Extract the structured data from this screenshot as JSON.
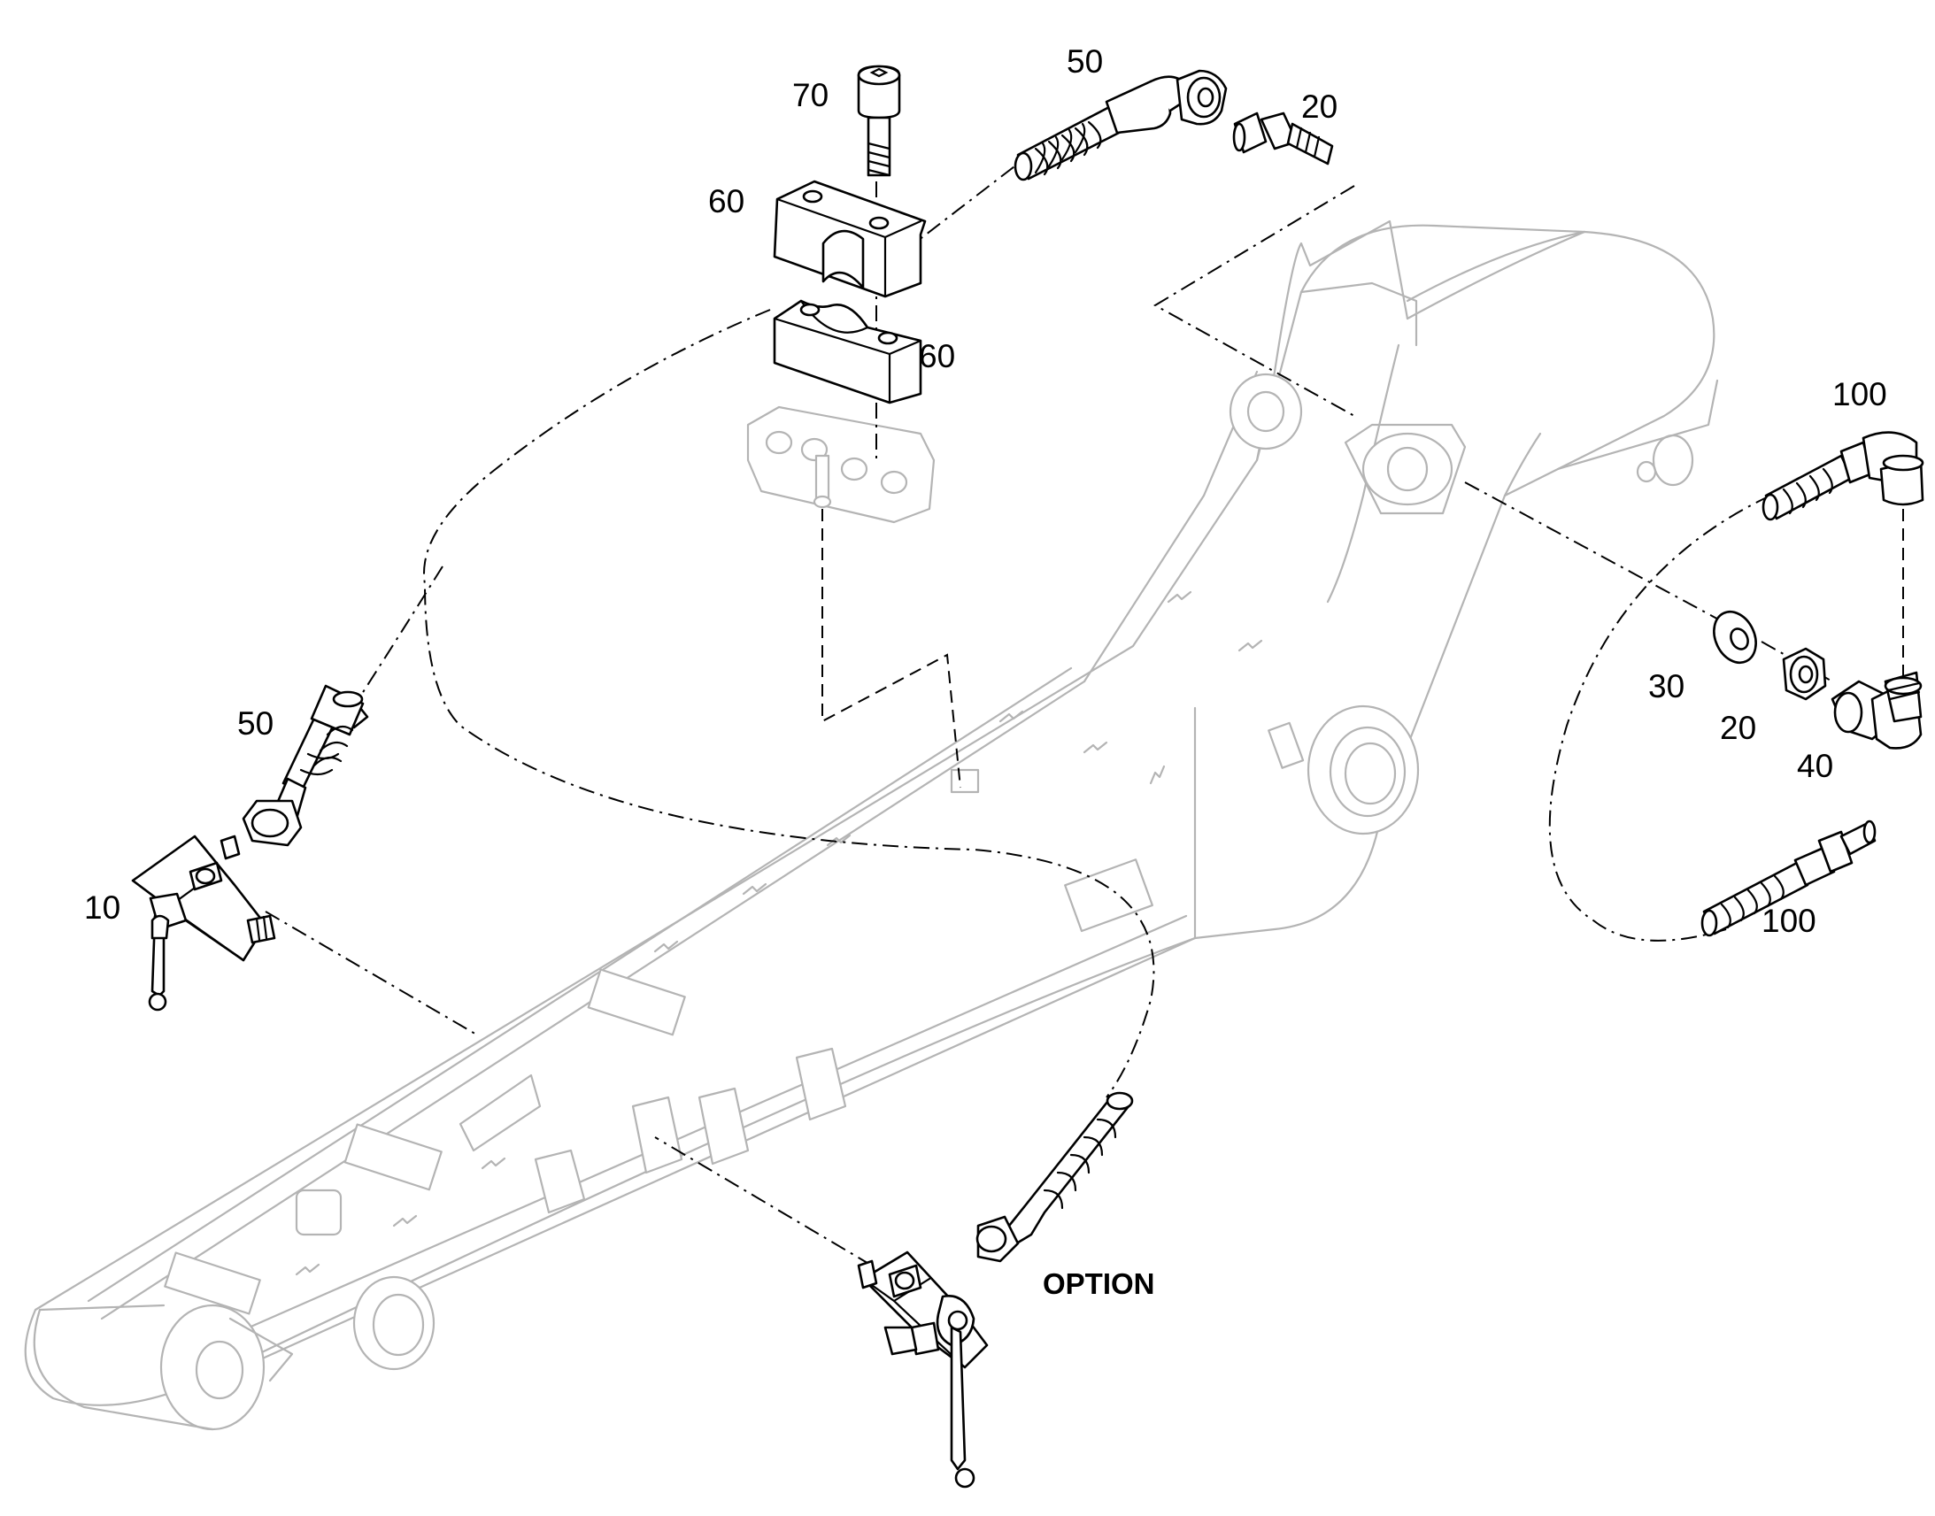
{
  "callouts": {
    "c70": "70",
    "c60_top": "60",
    "c60_bottom": "60",
    "c50_top": "50",
    "c20_top": "20",
    "c100_top": "100",
    "c30": "30",
    "c20_right": "20",
    "c40": "40",
    "c100_bottom": "100",
    "c50_left": "50",
    "c10": "10"
  },
  "option_label": "OPTION",
  "colors": {
    "ghost_outline": "#b4b4b4",
    "part_outline": "#000000",
    "background": "#ffffff"
  }
}
